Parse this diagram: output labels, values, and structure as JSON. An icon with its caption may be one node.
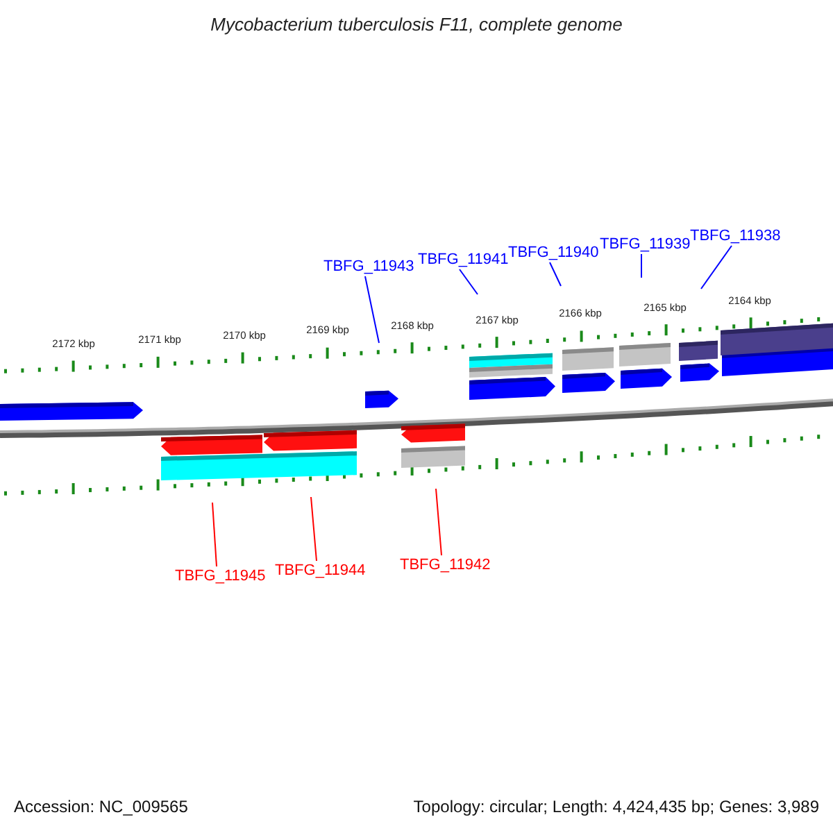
{
  "diagram": {
    "title": "Mycobacterium tuberculosis F11, complete genome",
    "nodes": [
      {
        "text": [
          "TBFG_11943"
        ]
      },
      {
        "text": [
          "TBFG_11941"
        ]
      },
      {
        "text": [
          "TBFG_11940"
        ]
      },
      {
        "text": [
          "TBFG_11939"
        ]
      },
      {
        "text": [
          "TBFG_11938"
        ]
      },
      {
        "text": [
          "TBFG_11945"
        ]
      },
      {
        "text": [
          "TBFG_11944"
        ]
      },
      {
        "text": [
          "TBFG_11942"
        ]
      }
    ],
    "edges": [
      {
        "from": 0,
        "to": null,
        "arrow": "none"
      },
      {
        "from": 1,
        "to": null,
        "arrow": "none"
      },
      {
        "from": 2,
        "to": null,
        "arrow": "none"
      },
      {
        "from": 3,
        "to": null,
        "arrow": "none"
      },
      {
        "from": 4,
        "to": null,
        "arrow": "none"
      },
      {
        "from": 5,
        "to": null,
        "arrow": "none",
        "color": "#ff0000"
      },
      {
        "from": 6,
        "to": null,
        "arrow": "none",
        "color": "#ff0000"
      },
      {
        "from": 7,
        "to": null,
        "arrow": "none",
        "color": "#ff0000"
      }
    ],
    "labels": [
      "2172 kbp",
      "2171 kbp",
      "2170 kbp",
      "2169 kbp",
      "2168 kbp",
      "2167 kbp",
      "2166 kbp",
      "2165 kbp",
      "2164 kbp",
      "Accession: NC_009565",
      "Topology: circular; Length: 4,424,435 bp; Genes: 3,989"
    ]
  }
}
